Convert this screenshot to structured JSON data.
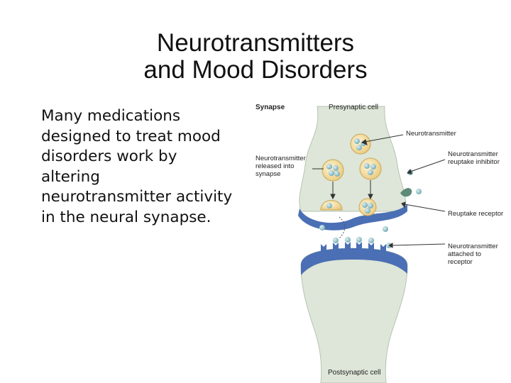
{
  "slide": {
    "title_line1": "Neurotransmitters",
    "title_line2": "and Mood Disorders",
    "body": "Many medications designed to treat mood disorders work by altering neurotransmitter activity in the neural synapse."
  },
  "diagram": {
    "synapse_label": "Synapse",
    "presynaptic_label": "Presynaptic cell",
    "postsynaptic_label": "Postsynaptic cell",
    "neurotransmitter_label": "Neurotransmitter",
    "released_label": [
      "Neurotransmitter",
      "released into",
      "synapse"
    ],
    "reuptake_inhibitor_label": [
      "Neurotransmitter",
      "reuptake inhibitor"
    ],
    "reuptake_receptor_label": "Reuptake receptor",
    "attached_label": [
      "Neurotransmitter",
      "attached to",
      "receptor"
    ],
    "colors": {
      "cell_fill": "#dde6d8",
      "membrane": "#4a6fb5",
      "vesicle": "#f3dca0",
      "molecule": "#8fbfc8",
      "inhibitor": "#5e8a78"
    }
  }
}
